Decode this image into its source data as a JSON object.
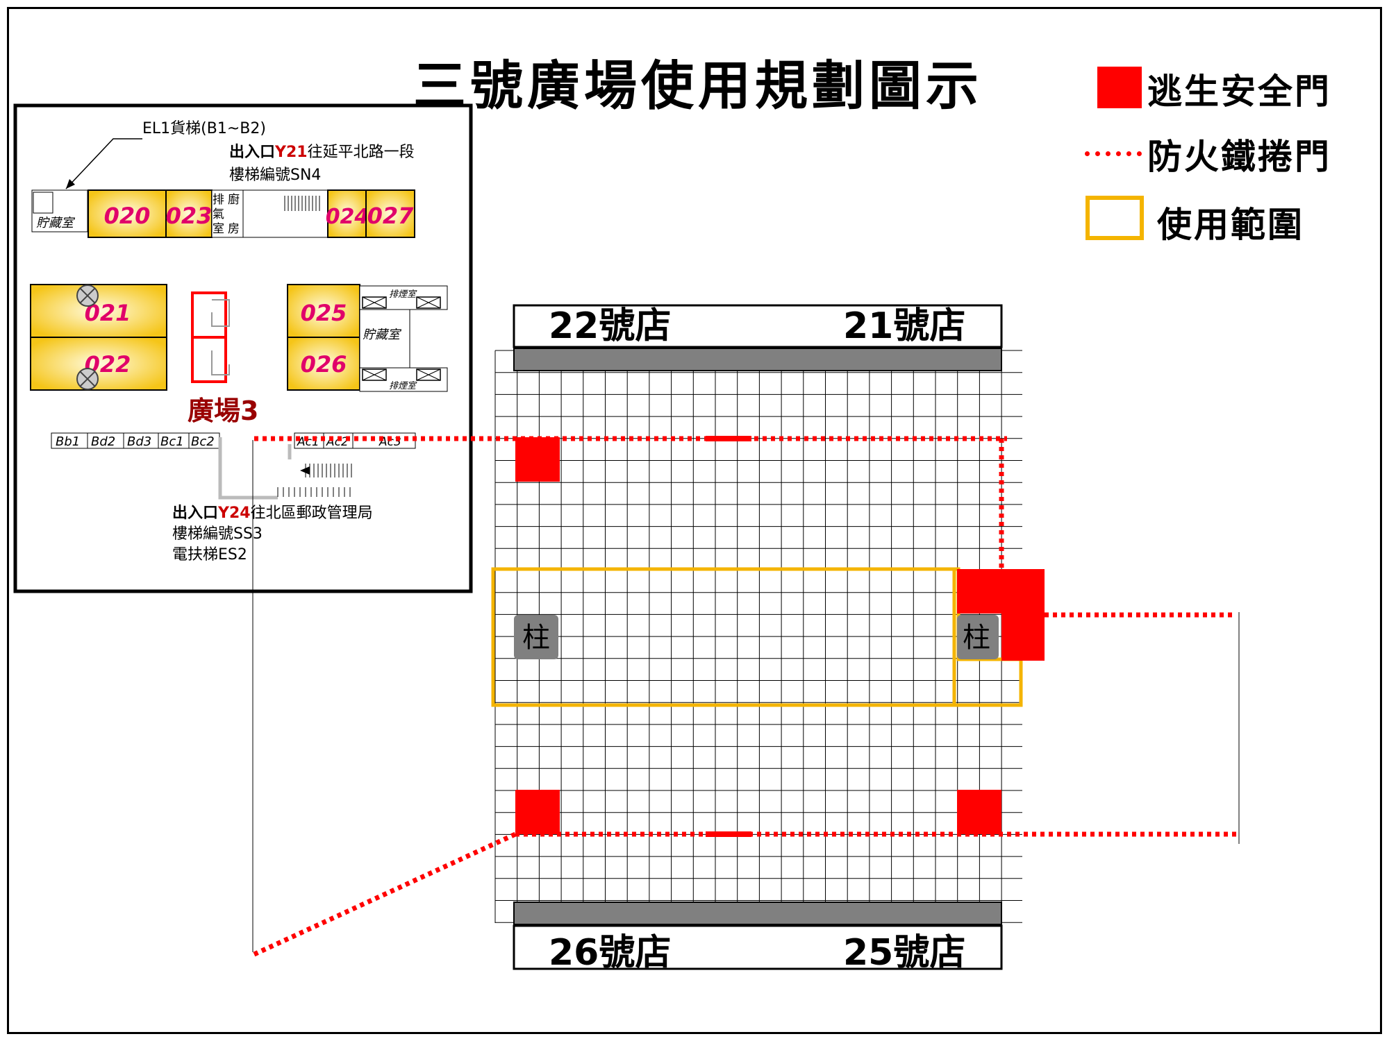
{
  "title": "三號廣場使用規劃圖示",
  "legend": {
    "exit_door": "逃生安全門",
    "fire_shutter": "防火鐵捲門",
    "usage_area": "使用範圍",
    "colors": {
      "exit_door": "#ff0000",
      "fire_shutter": "#ff0000",
      "usage_area": "#f4b400"
    }
  },
  "inset": {
    "elevator_label": "EL1貨梯(B1~B2)",
    "entrance_north": {
      "prefix": "出入口",
      "code": "Y21",
      "suffix": "往延平北路一段"
    },
    "stair_north": "樓梯編號SN4",
    "storage_label": "貯藏室",
    "kitchen_exhaust_room": [
      "排",
      "氣",
      "室",
      "廚",
      "房"
    ],
    "shops_top": [
      "020",
      "023",
      "024",
      "027"
    ],
    "shops_left": [
      "021",
      "022"
    ],
    "shops_right": [
      "025",
      "026"
    ],
    "smoke_room": "排煙室",
    "storage_right": "貯藏室",
    "plaza_label": "廣場3",
    "small_units_left": [
      "Bb1",
      "Bd2",
      "Bd3",
      "Bc1",
      "Bc2"
    ],
    "small_units_right": [
      "Ac1",
      "Ac2",
      "Ac3"
    ],
    "entrance_south": {
      "prefix": "出入口",
      "code": "Y24",
      "suffix": "往北區郵政管理局"
    },
    "stair_south": "樓梯編號SS3",
    "escalator": "電扶梯ES2",
    "shop_color": "#f5c518"
  },
  "plan": {
    "shop_22": "22號店",
    "shop_21": "21號店",
    "shop_26": "26號店",
    "shop_25": "25號店",
    "pillar": "柱"
  }
}
